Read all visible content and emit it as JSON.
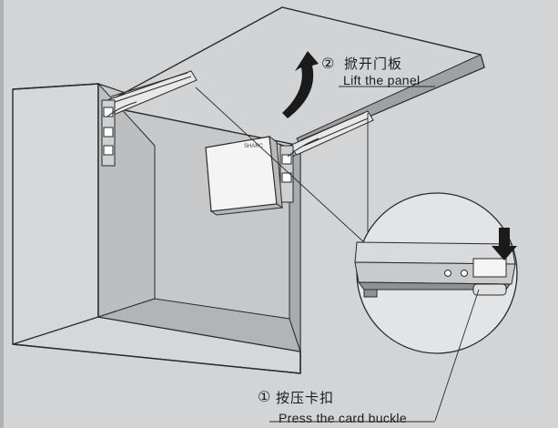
{
  "step2": {
    "number": "②",
    "title_cn": "掀开门板",
    "title_en": "Lift the panel"
  },
  "step1": {
    "number": "①",
    "title_cn": "按压卡扣",
    "title_en": "Press the card buckle"
  },
  "device_brand": "SHARC",
  "colors": {
    "background": "#d3d4d5",
    "cabinet_interior": "#c6c7c8",
    "cabinet_side": "#b8babb",
    "cabinet_edge": "#eeeeee",
    "door_panel": "#d0d1d2",
    "outline": "#2a2a2a",
    "arrow": "#1a1a1a"
  },
  "icons": [
    "rotation-arrow-icon",
    "press-arrow-icon"
  ]
}
